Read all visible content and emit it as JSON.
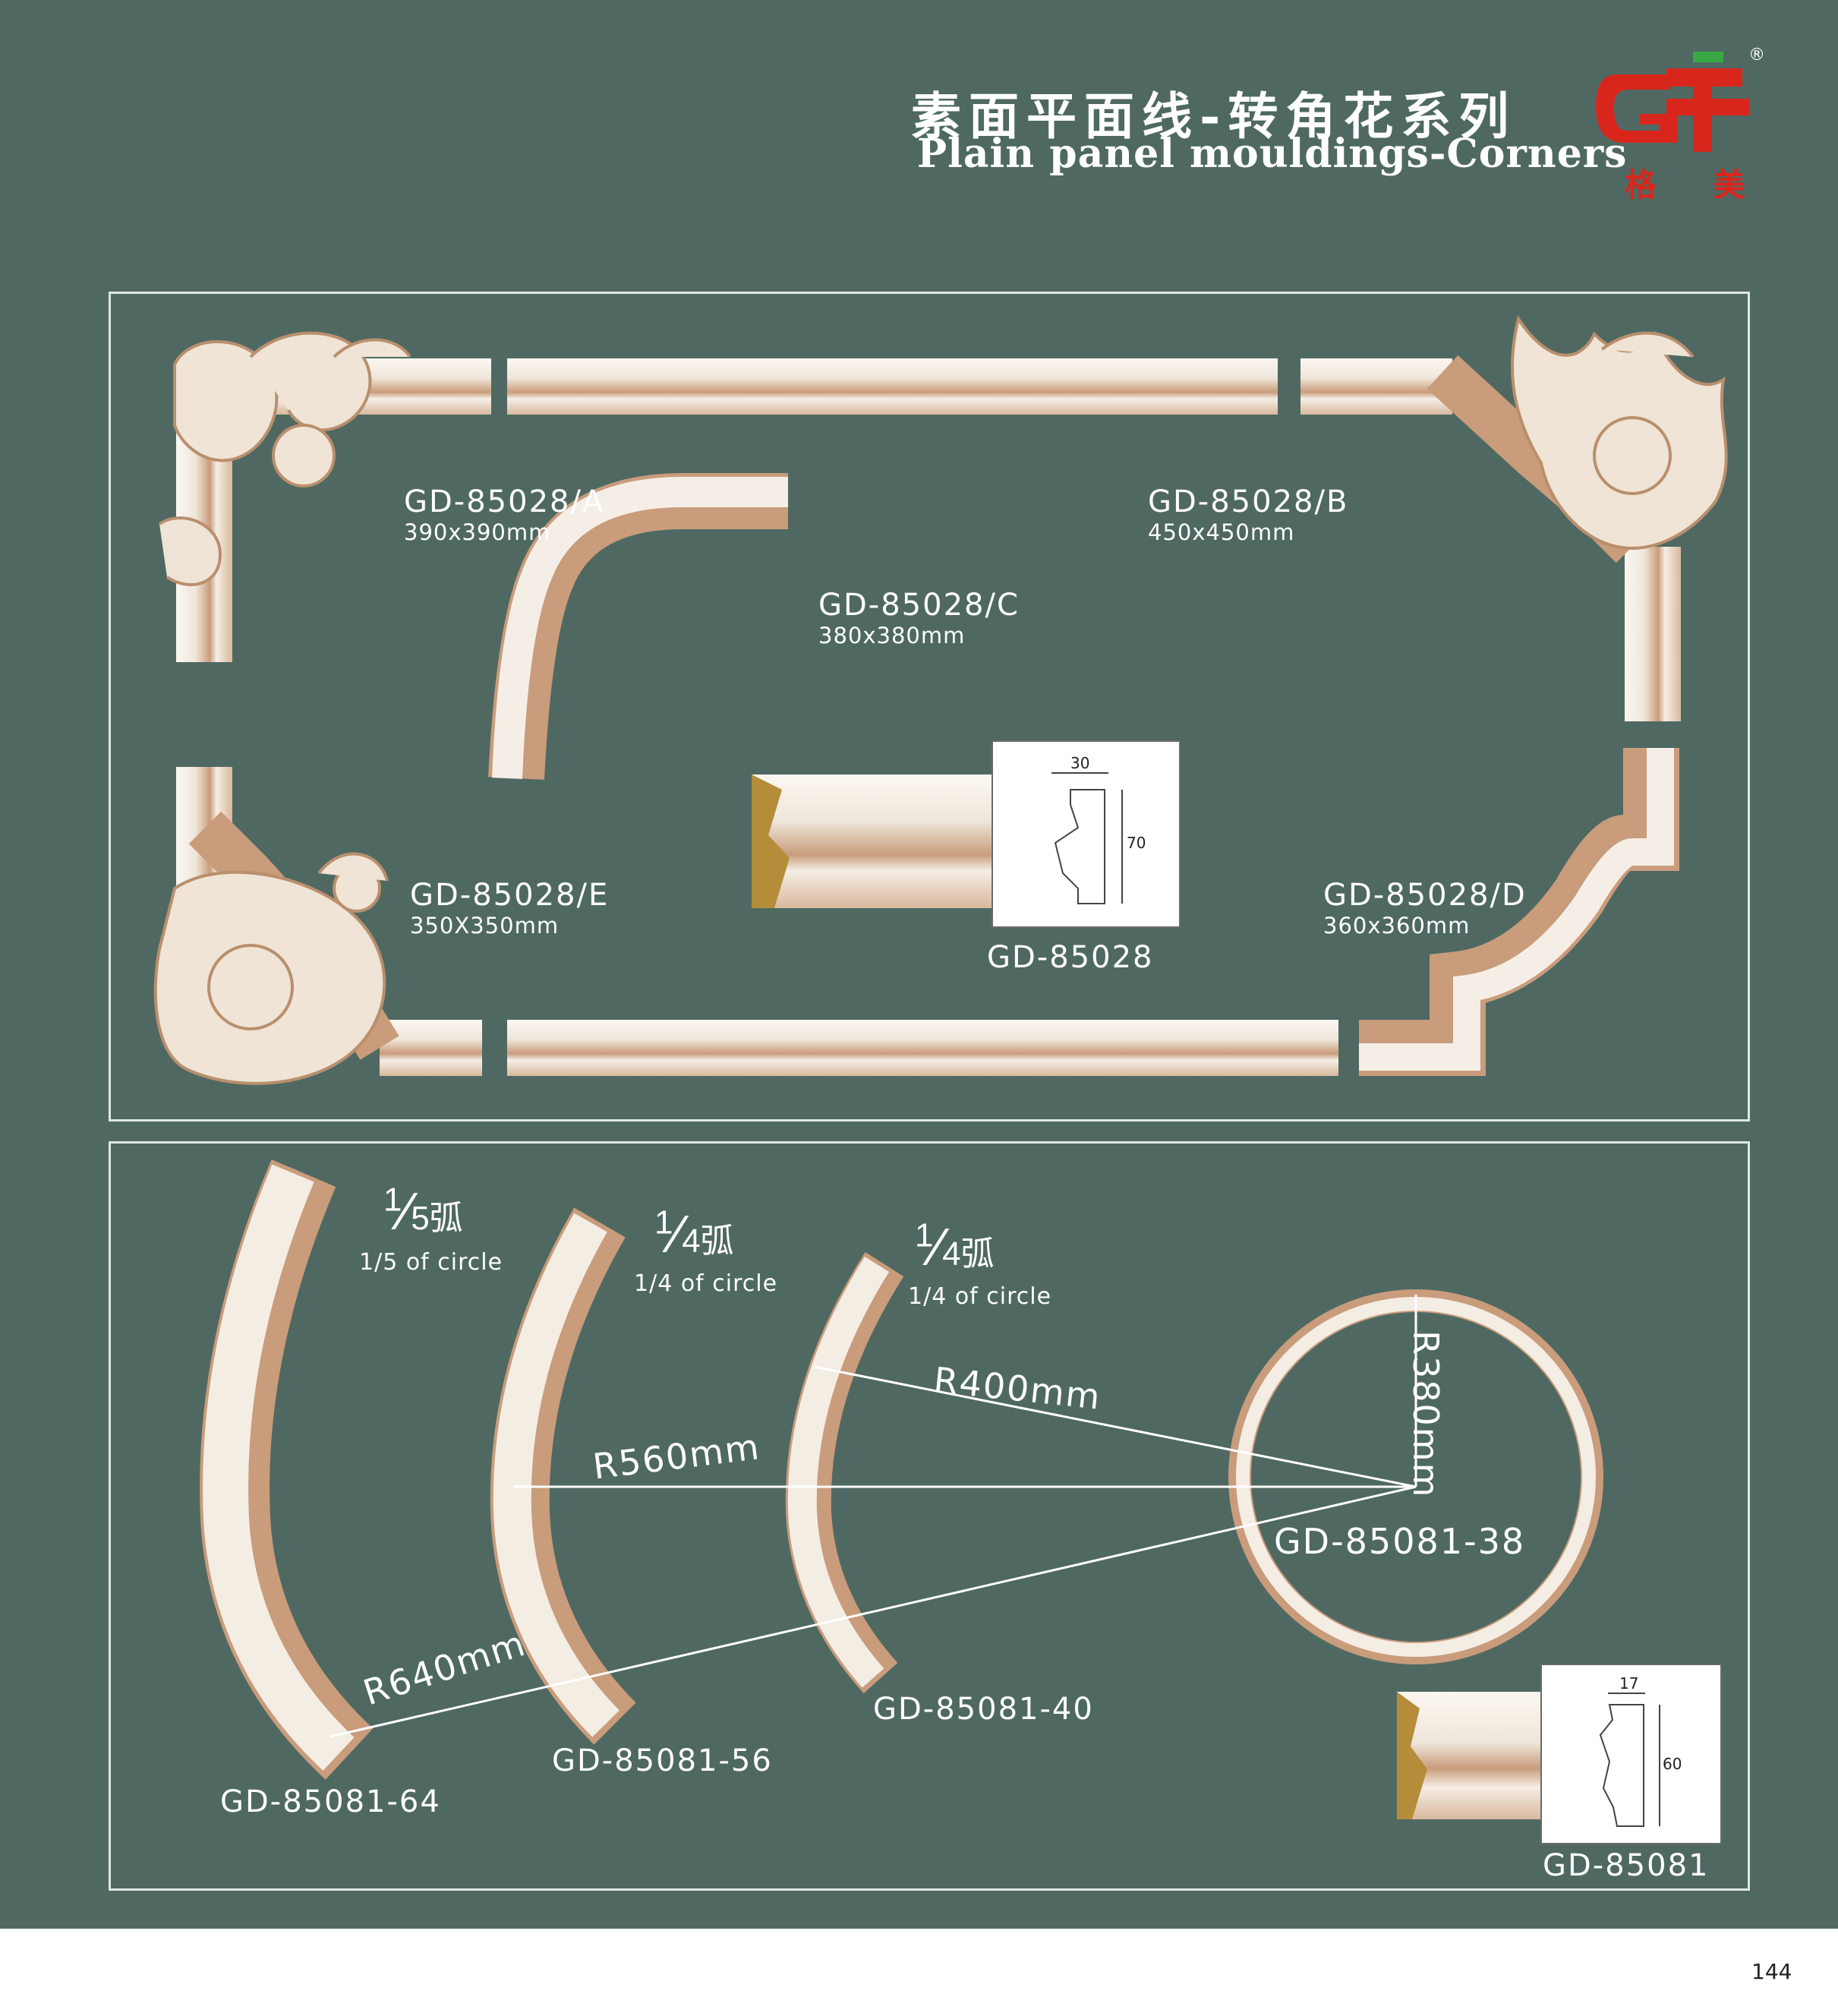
{
  "header": {
    "title_zh": "素面平面线-转角花系列",
    "title_en": "Plain panel mouldings-Corners",
    "logo_text": "格 美",
    "logo_registered": "®",
    "logo_color": "#d9261c",
    "logo_leaf_color": "#3aa845"
  },
  "corners_panel": {
    "items": [
      {
        "code": "GD-85028/A",
        "size": "390x390mm"
      },
      {
        "code": "GD-85028/B",
        "size": "450x450mm"
      },
      {
        "code": "GD-85028/C",
        "size": "380x380mm"
      },
      {
        "code": "GD-85028/E",
        "size": "350X350mm"
      },
      {
        "code": "GD-85028/D",
        "size": "360x360mm"
      }
    ],
    "profile": {
      "code": "GD-85028",
      "width": "30",
      "height": "70"
    }
  },
  "arcs_panel": {
    "arcs": [
      {
        "fraction_num": "1",
        "fraction_den": "5",
        "fraction_zh": "弧",
        "label": "1/5 of circle",
        "code": "GD-85081-64",
        "radius": "R640mm"
      },
      {
        "fraction_num": "1",
        "fraction_den": "4",
        "fraction_zh": "弧",
        "label": "1/4 of circle",
        "code": "GD-85081-56",
        "radius": "R560mm"
      },
      {
        "fraction_num": "1",
        "fraction_den": "4",
        "fraction_zh": "弧",
        "label": "1/4 of circle",
        "code": "GD-85081-40",
        "radius": "R400mm"
      }
    ],
    "circle": {
      "code": "GD-85081-38",
      "radius": "R380mm"
    },
    "profile": {
      "code": "GD-85081",
      "width": "17",
      "height": "60"
    }
  },
  "footer": {
    "page_number": "144"
  },
  "colors": {
    "background": "#4f6962",
    "moulding": "#efe7dc",
    "moulding_shadow": "#c49a78",
    "outline": "#dfe6e3"
  }
}
